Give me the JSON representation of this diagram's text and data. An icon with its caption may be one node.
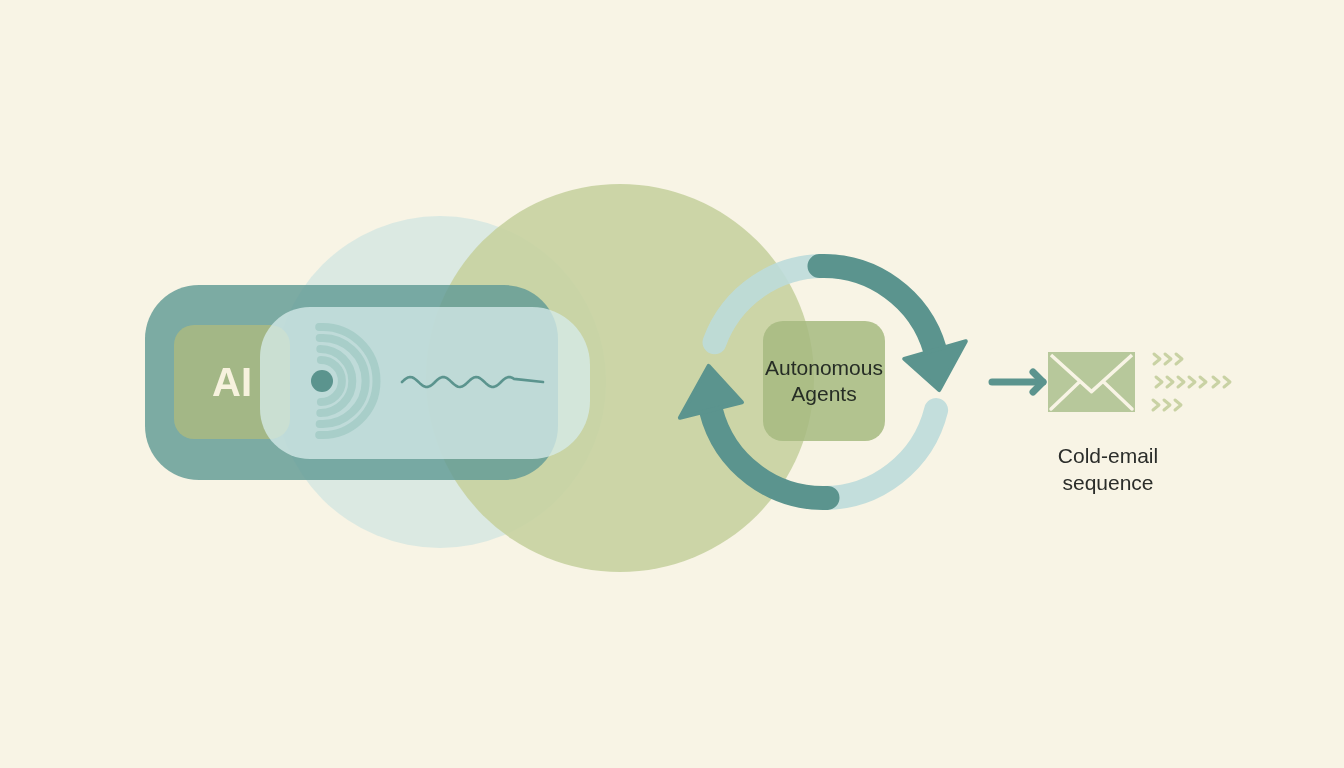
{
  "diagram": {
    "nodes": [
      {
        "text": [
          "AI"
        ]
      },
      {
        "text": [],
        "shape": "circle"
      },
      {
        "text": [
          "Autonomous Agents"
        ],
        "in": 1
      },
      {
        "text": [],
        "shape": "picture",
        "beside": [
          "Cold-email sequence"
        ]
      }
    ],
    "edges": [
      {
        "from": 1,
        "to": 3,
        "arrow": "to"
      }
    ]
  }
}
